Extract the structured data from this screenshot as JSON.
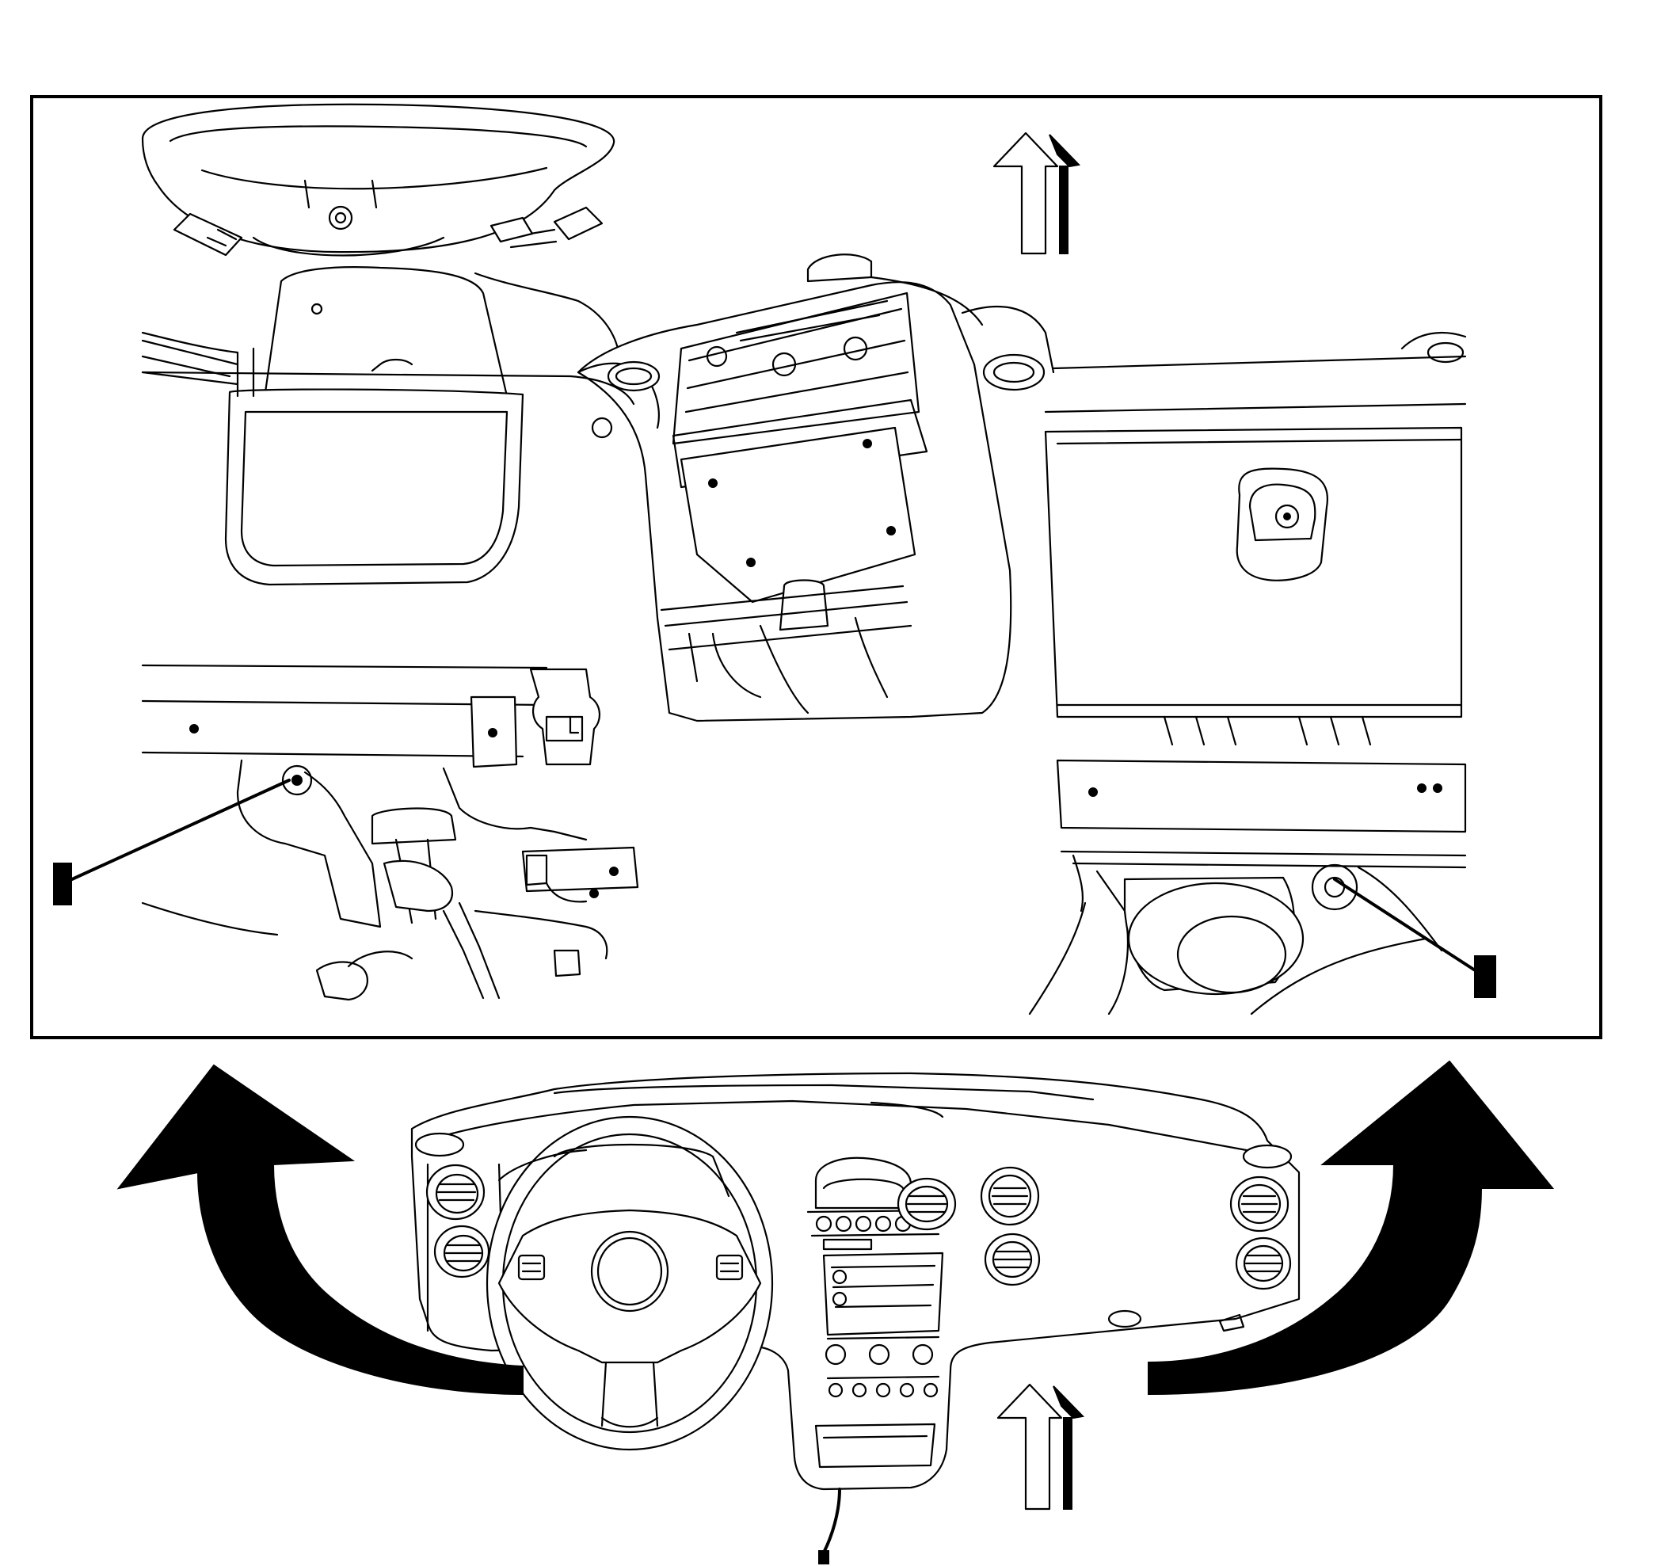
{
  "figure": {
    "detail_panel": {
      "border_color": "#000000"
    },
    "callouts": [
      {
        "name": "left-lower-bolt-callout",
        "label": ""
      },
      {
        "name": "right-lower-bolt-callout",
        "label": ""
      },
      {
        "name": "bottom-harness-callout",
        "label": ""
      }
    ],
    "arrows": {
      "up_arrows": [
        "up-arrow-detail",
        "up-arrow-overview"
      ],
      "curved_arrows": [
        "curved-arrow-left",
        "curved-arrow-right"
      ],
      "color": "#000000"
    }
  }
}
